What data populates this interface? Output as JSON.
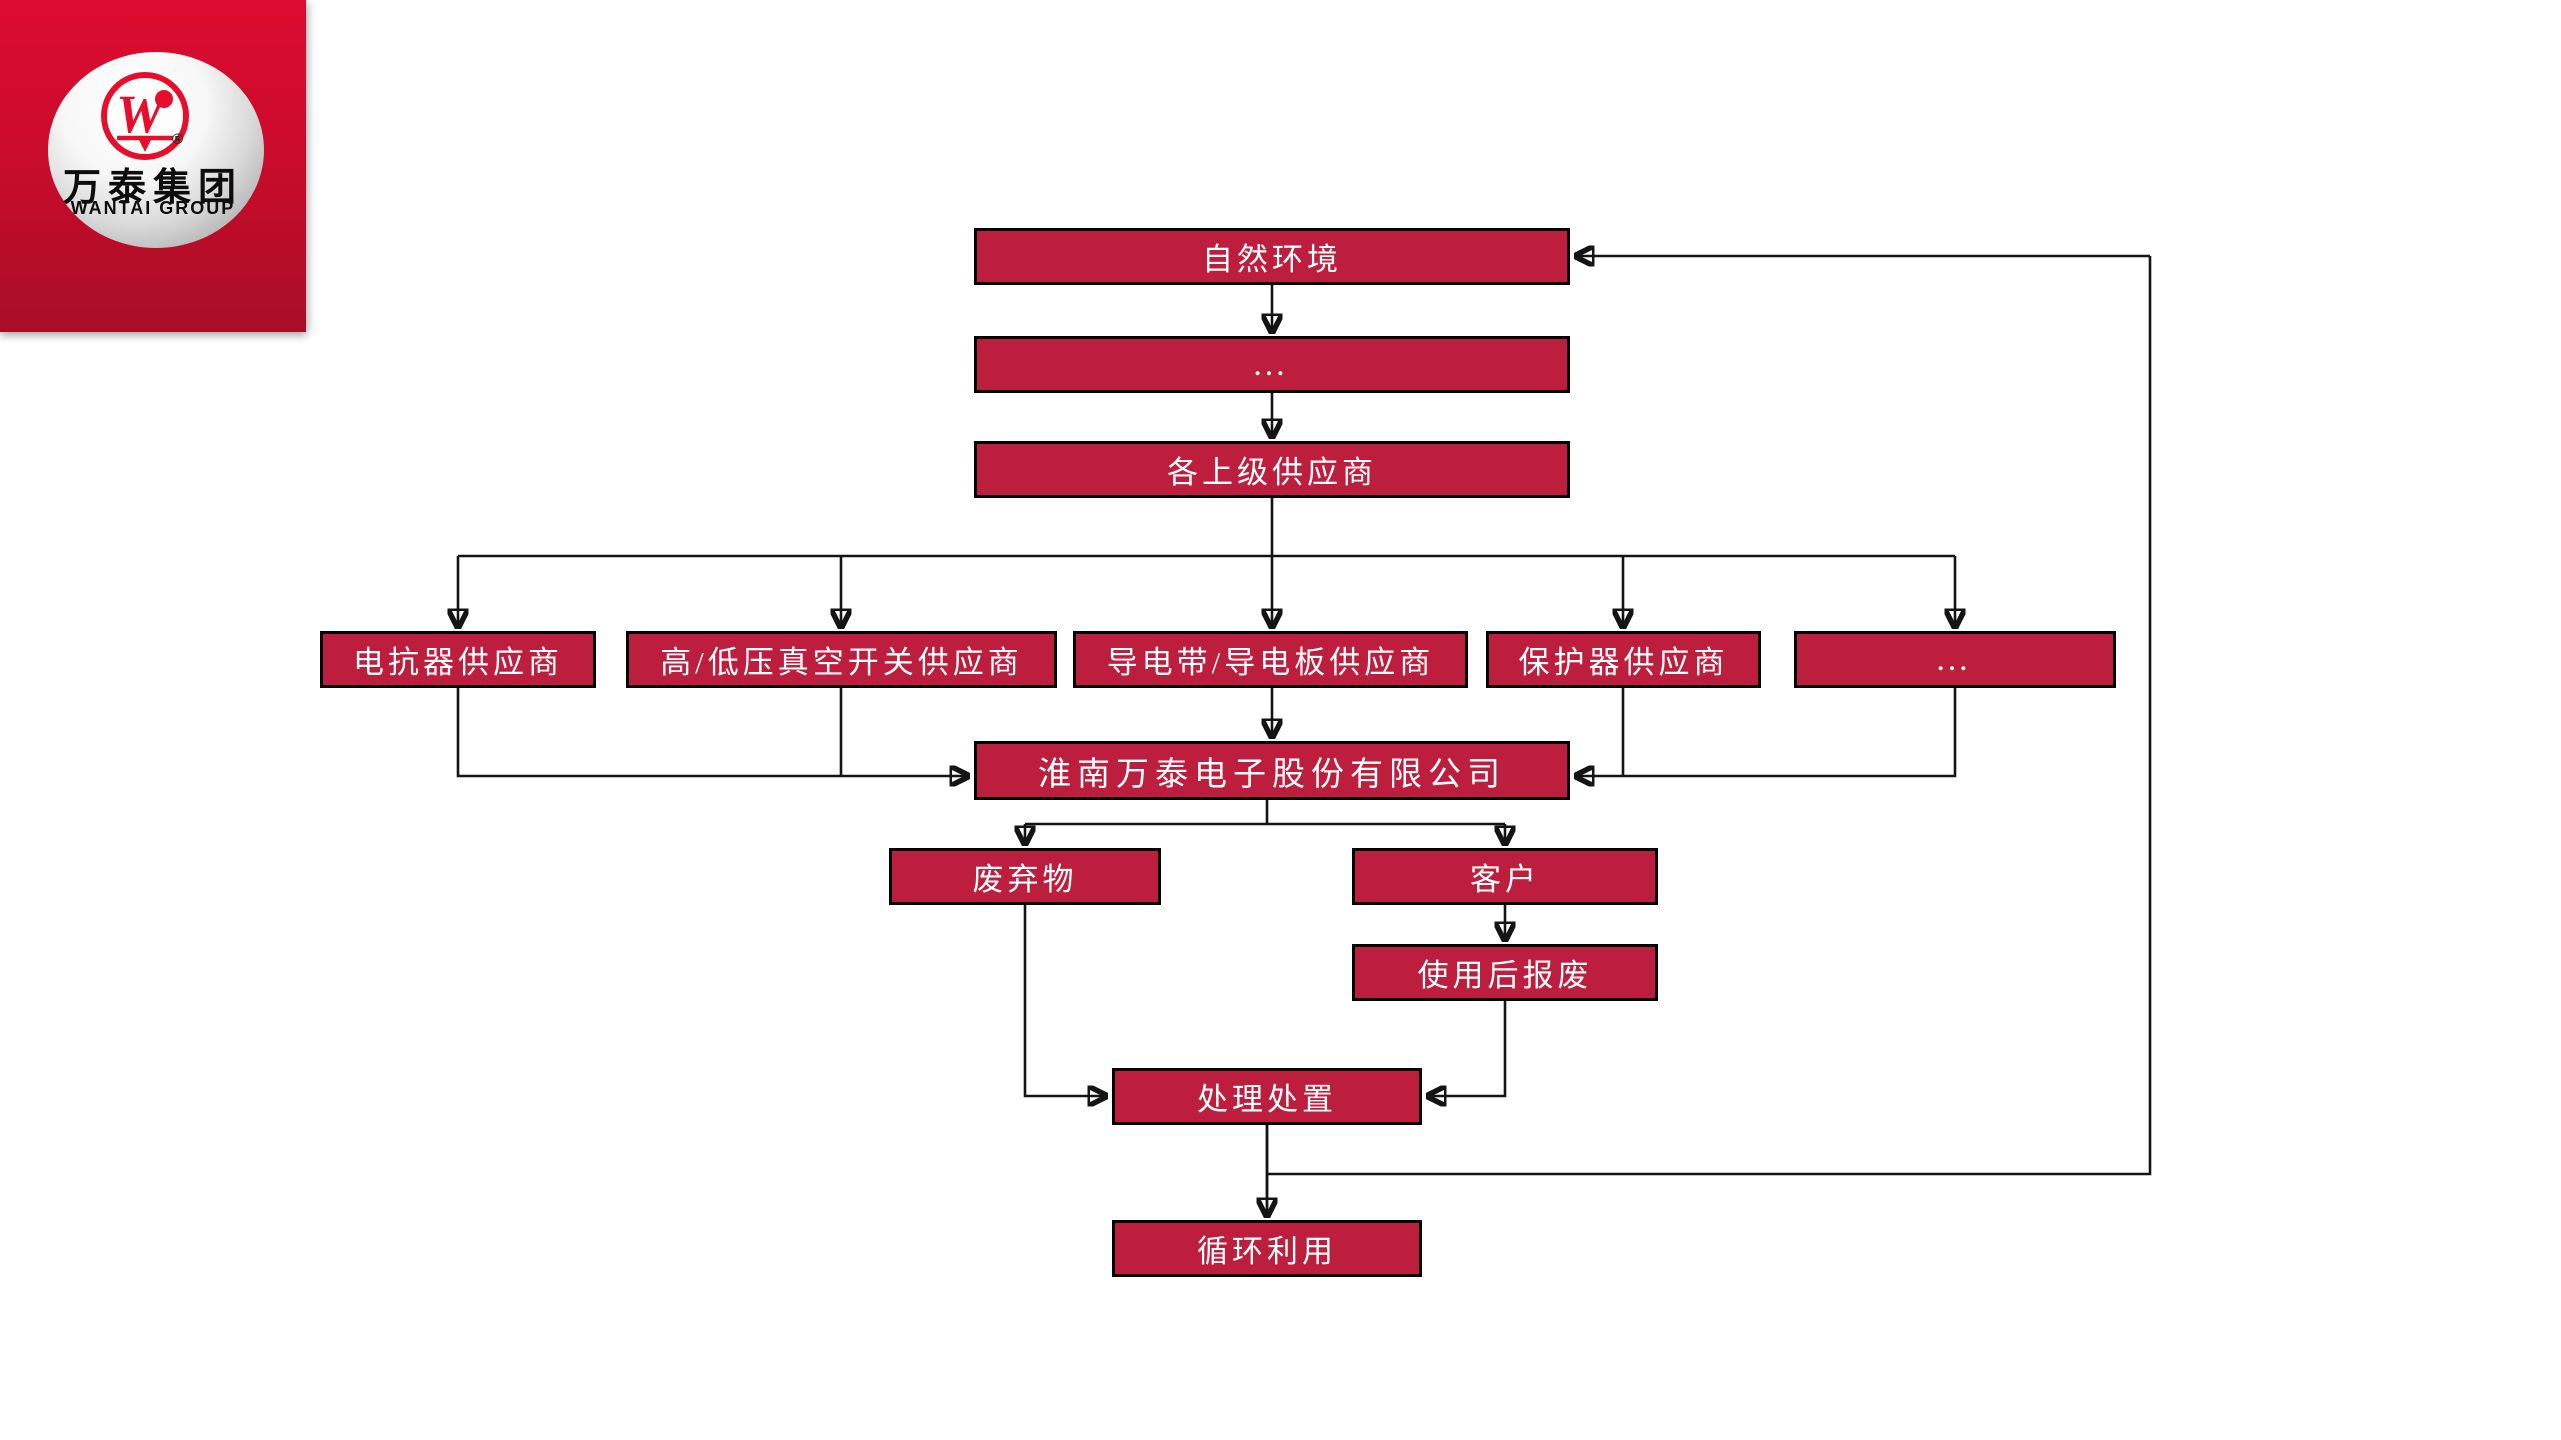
{
  "logo": {
    "brand_cn": "万泰集团",
    "brand_en": "WANTAI GROUP",
    "registered_mark": "®",
    "monogram": "W",
    "colors": {
      "panel_top": "#DB0C2F",
      "panel_bottom": "#A80E27",
      "mark_red": "#E60F2B",
      "sphere": "#D9D9D9"
    }
  },
  "flowchart": {
    "colors": {
      "node_fill": "#BE1E3E",
      "node_border": "#000000",
      "node_text": "#FFFFFF",
      "connector": "#141414"
    },
    "nodes": {
      "natural_env": {
        "label": "自然环境"
      },
      "chain_ellipsis": {
        "label": "…"
      },
      "upper_suppliers": {
        "label": "各上级供应商"
      },
      "reactor_supplier": {
        "label": "电抗器供应商"
      },
      "switch_supplier": {
        "label": "高/低压真空开关供应商"
      },
      "conductive_supplier": {
        "label": "导电带/导电板供应商"
      },
      "protector_supplier": {
        "label": "保护器供应商"
      },
      "other_suppliers": {
        "label": "…"
      },
      "company": {
        "label": "淮南万泰电子股份有限公司"
      },
      "waste": {
        "label": "废弃物"
      },
      "customer": {
        "label": "客户"
      },
      "scrap_after_use": {
        "label": "使用后报废"
      },
      "disposal": {
        "label": "处理处置"
      },
      "recycling": {
        "label": "循环利用"
      }
    }
  }
}
